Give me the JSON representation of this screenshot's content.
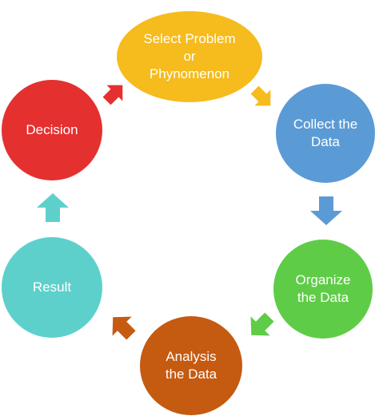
{
  "colors": {
    "select": "#f6bb1c",
    "collect": "#5b9bd5",
    "organize": "#5fcc48",
    "analysis": "#c55a11",
    "result": "#5ed0cc",
    "decision": "#e53030"
  },
  "nodes": {
    "select": {
      "lines": [
        "Select Problem",
        "or",
        "Phynomenon"
      ]
    },
    "collect": {
      "lines": [
        "Collect the",
        "Data"
      ]
    },
    "organize": {
      "lines": [
        "Organize",
        "the Data"
      ]
    },
    "analysis": {
      "lines": [
        "Analysis",
        "the Data"
      ]
    },
    "result": {
      "lines": [
        "Result"
      ]
    },
    "decision": {
      "lines": [
        "Decision"
      ]
    }
  }
}
